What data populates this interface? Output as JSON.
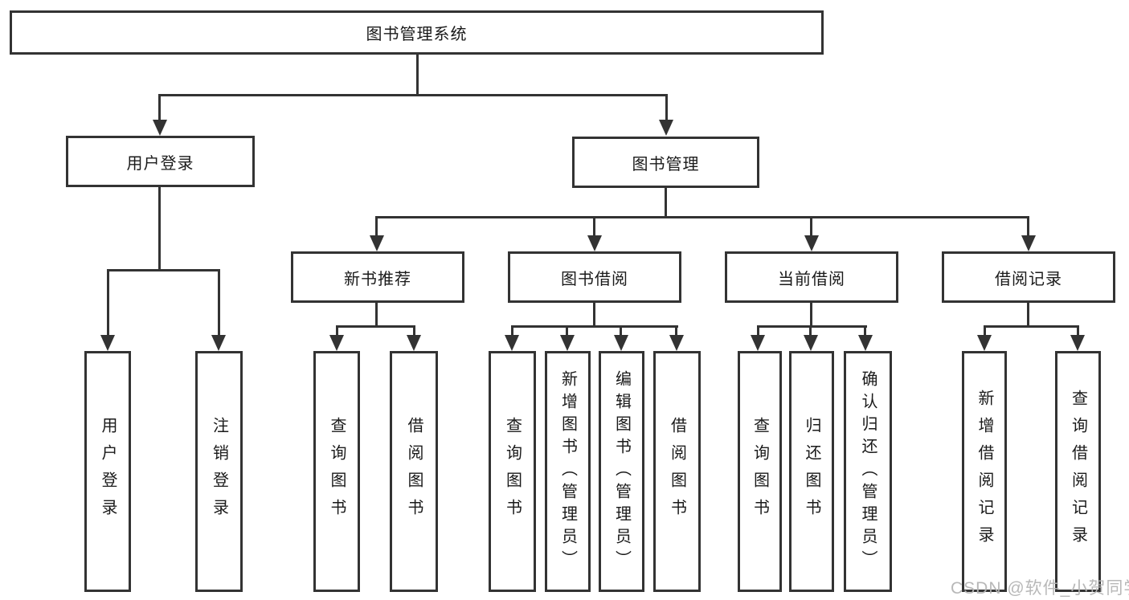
{
  "tree": {
    "label": "图书管理系统",
    "children": [
      {
        "label": "用户登录",
        "children": [
          {
            "label": "用户登录"
          },
          {
            "label": "注销登录"
          }
        ]
      },
      {
        "label": "图书管理",
        "children": [
          {
            "label": "新书推荐",
            "children": [
              {
                "label": "查询图书"
              },
              {
                "label": "借阅图书"
              }
            ]
          },
          {
            "label": "图书借阅",
            "children": [
              {
                "label": "查询图书"
              },
              {
                "label": "新增图书（管理员）"
              },
              {
                "label": "编辑图书（管理员）"
              },
              {
                "label": "借阅图书"
              }
            ]
          },
          {
            "label": "当前借阅",
            "children": [
              {
                "label": "查询图书"
              },
              {
                "label": "归还图书"
              },
              {
                "label": "确认归还（管理员）"
              }
            ]
          },
          {
            "label": "借阅记录",
            "children": [
              {
                "label": "新增借阅记录"
              },
              {
                "label": "查询借阅记录"
              }
            ]
          }
        ]
      }
    ]
  },
  "watermark": {
    "text": "CSDN @软件_小贺同学"
  },
  "colors": {
    "line": "#333333",
    "box_border": "#333333",
    "text": "#1a1a1a",
    "watermark_text": "#b5b5b5",
    "background": "#ffffff"
  }
}
